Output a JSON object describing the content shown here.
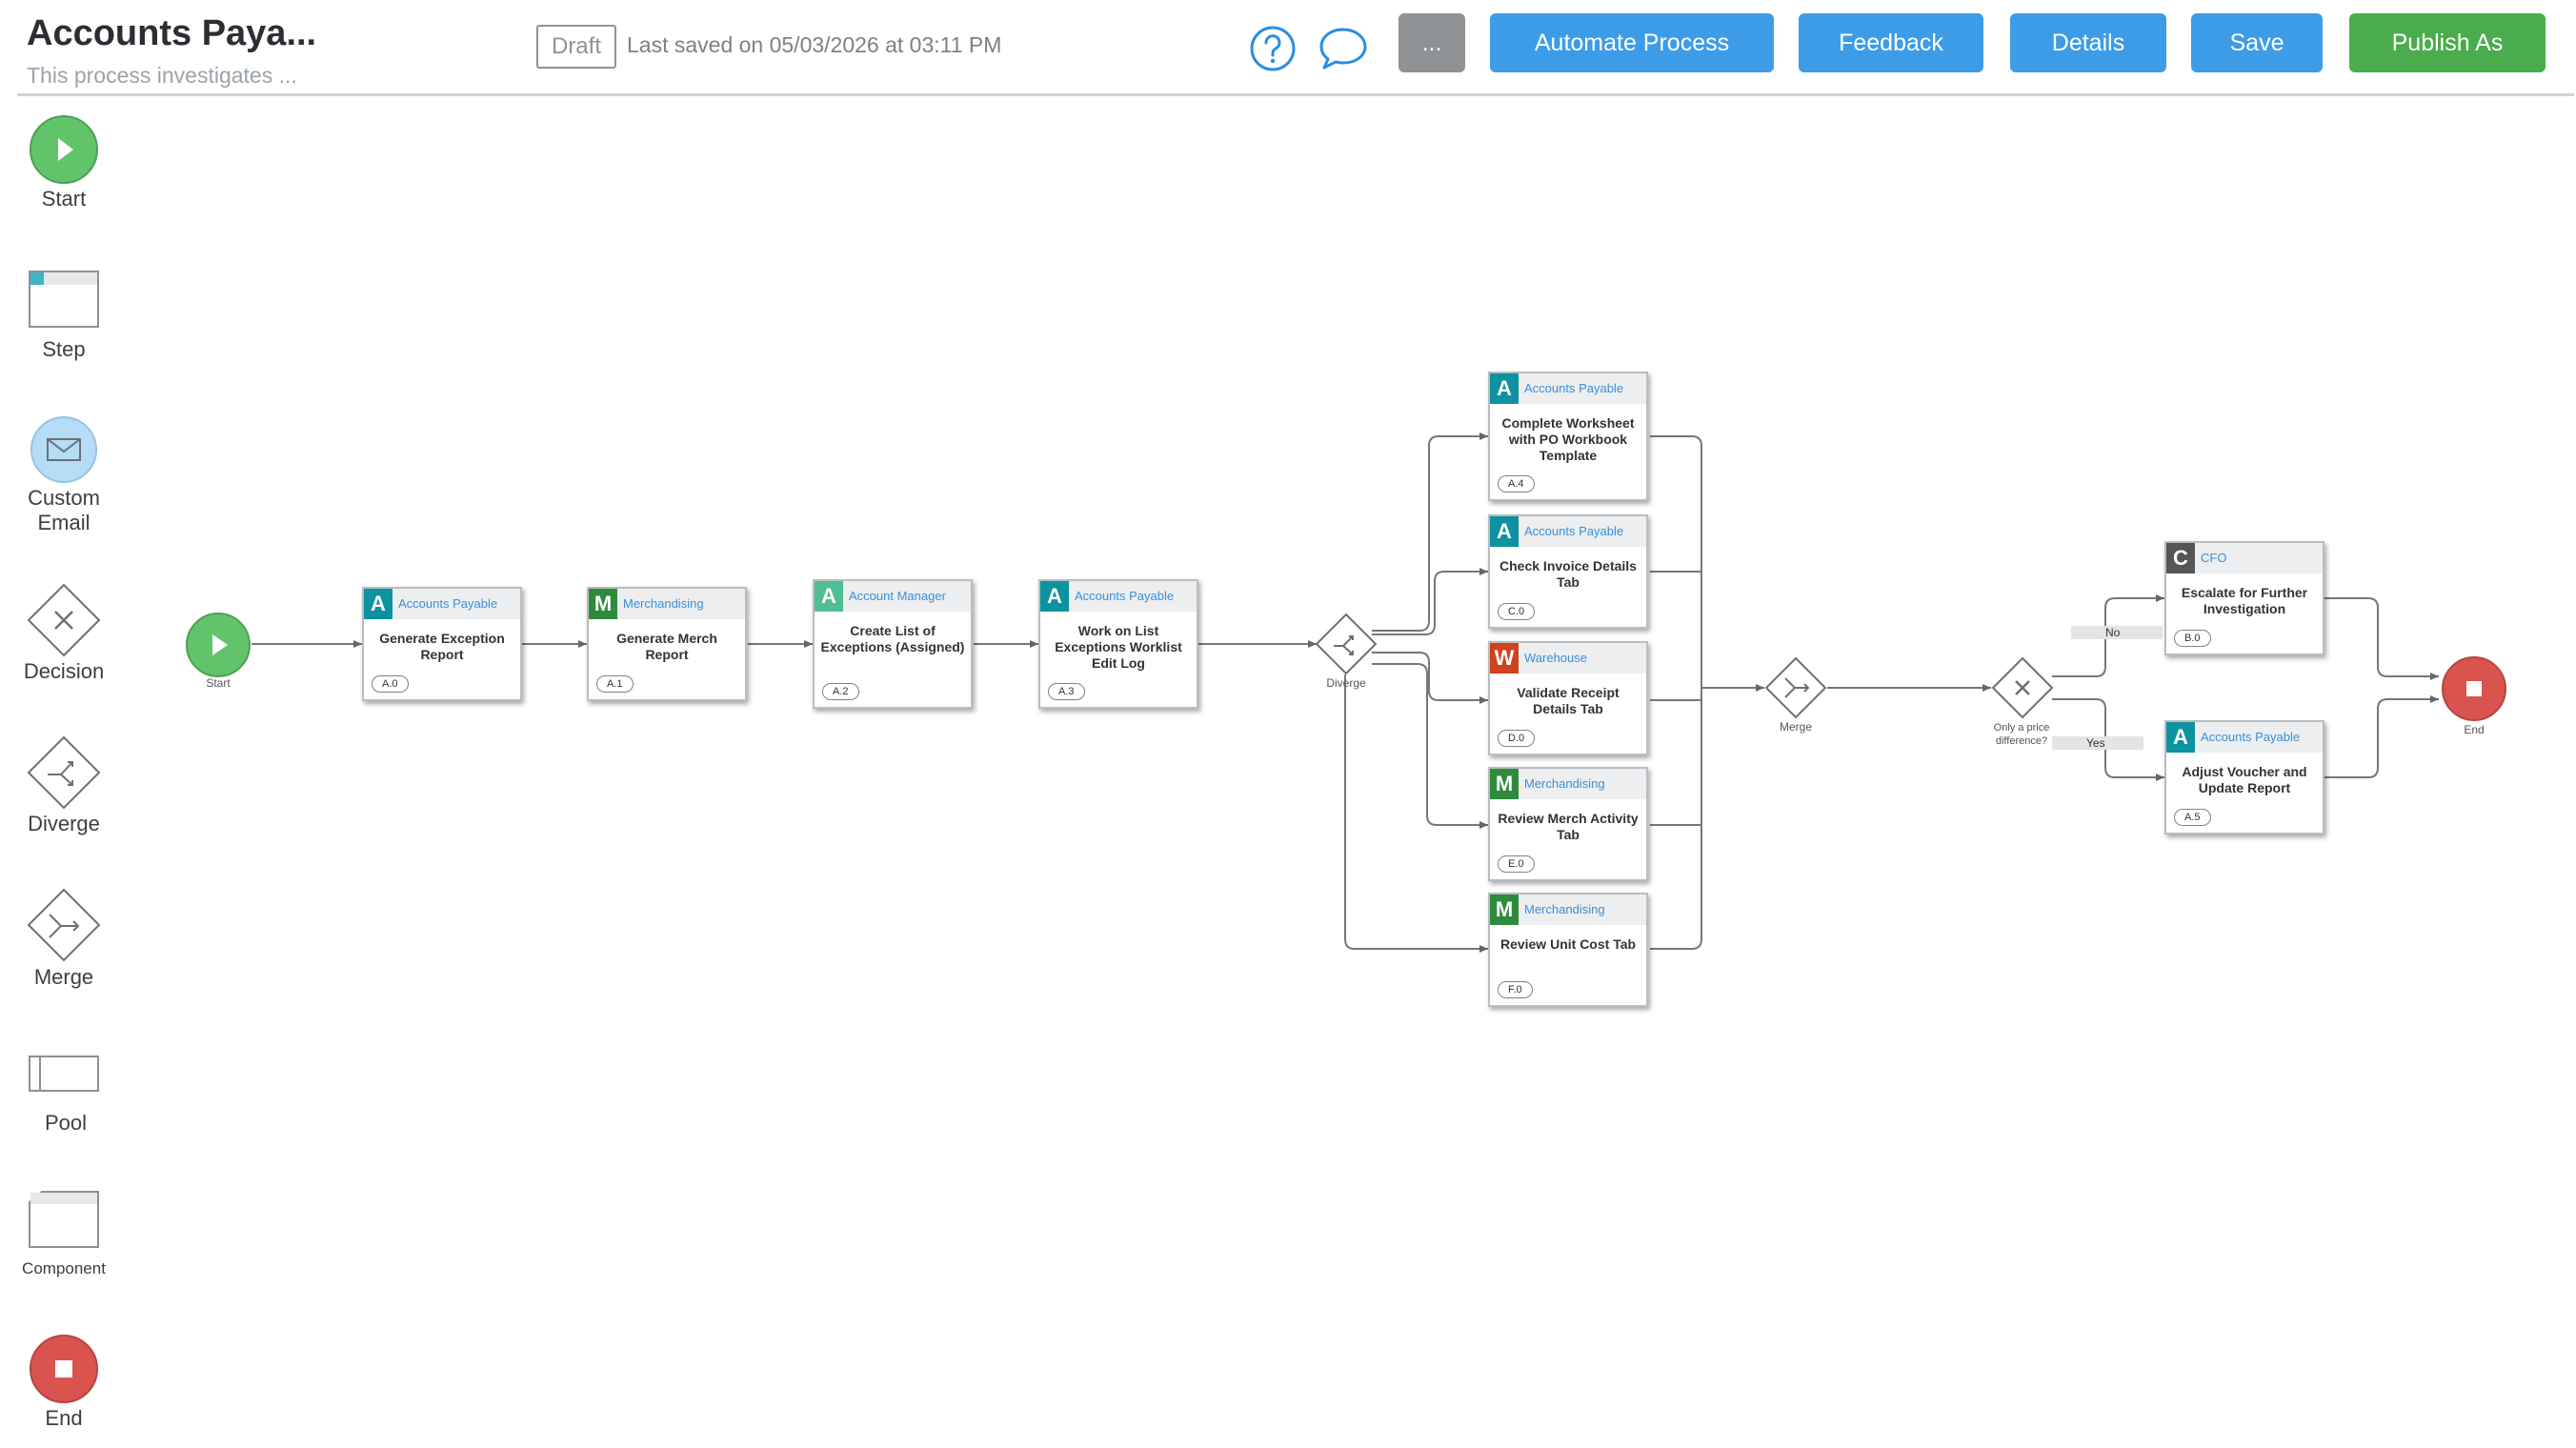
{
  "header": {
    "title": "Accounts Paya...",
    "description": "This process investigates ...",
    "status_badge": "Draft",
    "last_saved": "Last saved on 05/03/2026 at 03:11 PM",
    "more_label": "...",
    "buttons": {
      "automate": "Automate Process",
      "feedback": "Feedback",
      "details": "Details",
      "save": "Save",
      "publish": "Publish As"
    }
  },
  "palette": {
    "start": "Start",
    "step": "Step",
    "custom_email_line1": "Custom",
    "custom_email_line2": "Email",
    "decision": "Decision",
    "diverge": "Diverge",
    "merge": "Merge",
    "pool": "Pool",
    "component": "Component",
    "end": "End"
  },
  "colors": {
    "accounts_payable": "#0d93a0",
    "merchandising": "#2e8b3c",
    "account_manager": "#4fbf93",
    "warehouse": "#d0421b",
    "cfo": "#555555",
    "start": "#62c46a",
    "end": "#d9534f"
  },
  "diagram": {
    "start_label": "Start",
    "end_label": "End",
    "diverge_label": "Diverge",
    "merge_label": "Merge",
    "decision_label_line1": "Only a price",
    "decision_label_line2": "difference?",
    "no_label": "No",
    "yes_label": "Yes",
    "tasks": [
      {
        "letter": "A",
        "role": "Accounts Payable",
        "name": "Generate Exception Report",
        "id": "A.0"
      },
      {
        "letter": "M",
        "role": "Merchandising",
        "name": "Generate Merch Report",
        "id": "A.1"
      },
      {
        "letter": "A",
        "role": "Account Manager",
        "name": "Create List of Exceptions (Assigned)",
        "id": "A.2"
      },
      {
        "letter": "A",
        "role": "Accounts Payable",
        "name": "Work on List Exceptions Worklist Edit Log",
        "id": "A.3"
      },
      {
        "letter": "A",
        "role": "Accounts Payable",
        "name": "Complete Worksheet with PO Workbook Template",
        "id": "A.4"
      },
      {
        "letter": "A",
        "role": "Accounts Payable",
        "name": "Check Invoice Details Tab",
        "id": "C.0"
      },
      {
        "letter": "W",
        "role": "Warehouse",
        "name": "Validate Receipt Details Tab",
        "id": "D.0"
      },
      {
        "letter": "M",
        "role": "Merchandising",
        "name": "Review Merch Activity Tab",
        "id": "E.0"
      },
      {
        "letter": "M",
        "role": "Merchandising",
        "name": "Review Unit Cost Tab",
        "id": "F.0"
      },
      {
        "letter": "C",
        "role": "CFO",
        "name": "Escalate for Further Investigation",
        "id": "B.0"
      },
      {
        "letter": "A",
        "role": "Accounts Payable",
        "name": "Adjust Voucher and Update Report",
        "id": "A.5"
      }
    ]
  }
}
